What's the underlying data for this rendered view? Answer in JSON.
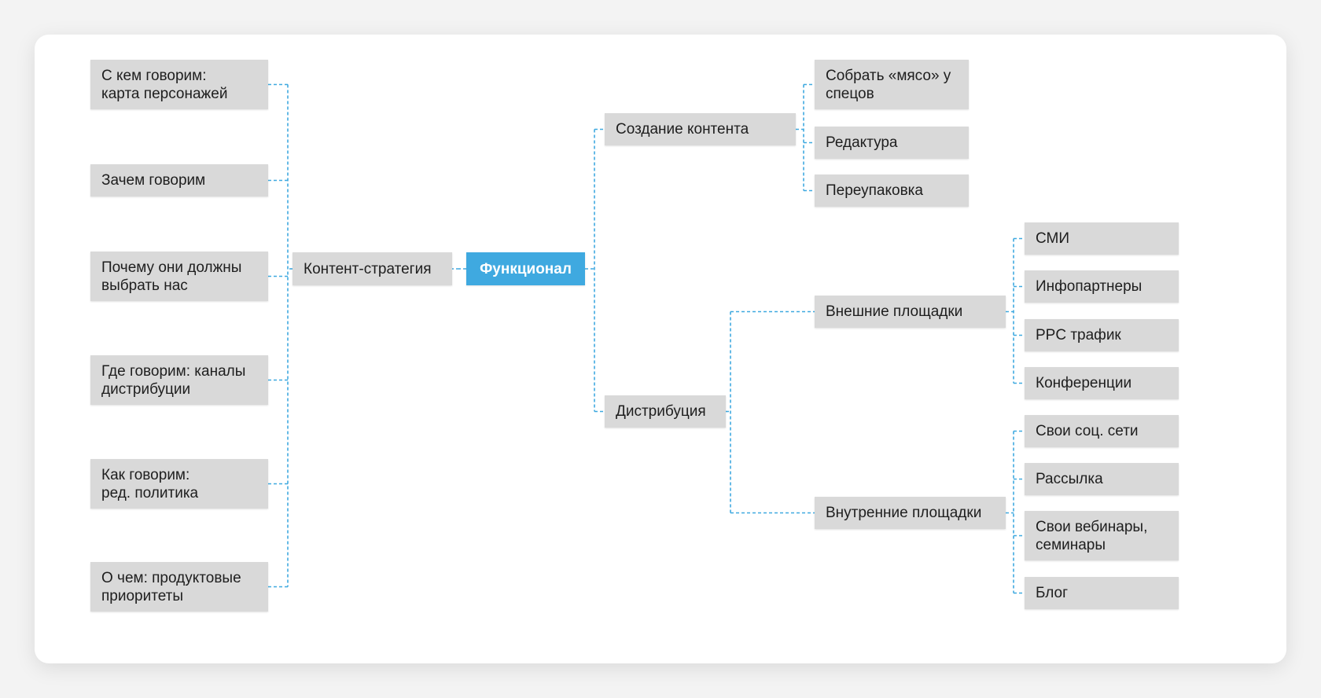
{
  "root": "Функционал",
  "strategy": {
    "label": "Контент-стратегия",
    "items": [
      "С кем говорим:\nкарта персонажей",
      "Зачем говорим",
      "Почему они должны\nвыбрать нас",
      "Где говорим: каналы\nдистрибуции",
      "Как говорим:\nред. политика",
      "О чем: продуктовые\nприоритеты"
    ]
  },
  "creation": {
    "label": "Создание контента",
    "items": [
      "Собрать «мясо» у\nспецов",
      "Редактура",
      "Переупаковка"
    ]
  },
  "distribution": {
    "label": "Дистрибуция",
    "external": {
      "label": "Внешние площадки",
      "items": [
        "СМИ",
        "Инфопартнеры",
        "PPC трафик",
        "Конференции"
      ]
    },
    "internal": {
      "label": "Внутренние площадки",
      "items": [
        "Свои соц. сети",
        "Рассылка",
        "Свои вебинары,\nсеминары",
        "Блог"
      ]
    }
  },
  "colors": {
    "accent": "#3fa9e0",
    "node": "#d9d9d9",
    "connector": "#3fa9e0"
  }
}
